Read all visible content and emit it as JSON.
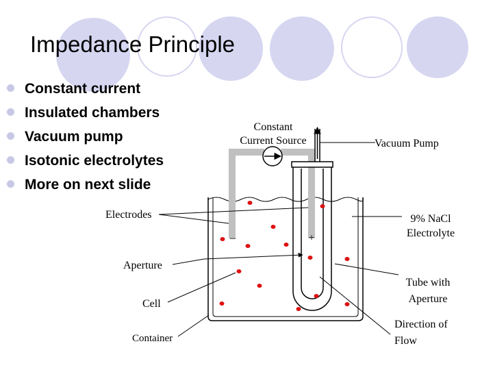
{
  "slide": {
    "title": "Impedance Principle",
    "bullets": [
      "Constant current",
      "Insulated chambers",
      "Vacuum pump",
      "Isotonic electrolytes",
      "More on next slide"
    ]
  },
  "diagram": {
    "labels": {
      "source_line1": "Constant",
      "source_line2": "Current Source",
      "vacuum_pump": "Vacuum Pump",
      "electrodes": "Electrodes",
      "electrolyte_line1": "9% NaCl",
      "electrolyte_line2": "Electrolyte",
      "aperture": "Aperture",
      "tube_line1": "Tube with",
      "tube_line2": "Aperture",
      "cell": "Cell",
      "container": "Container",
      "flow_line1": "Direction of",
      "flow_line2": "Flow",
      "minus": "–",
      "plus": "+"
    }
  },
  "colors": {
    "decoration": "#d4d4f0",
    "bullet": "#c8c8e6",
    "electrode": "#c0c0c0",
    "cell": "#dd1111"
  }
}
